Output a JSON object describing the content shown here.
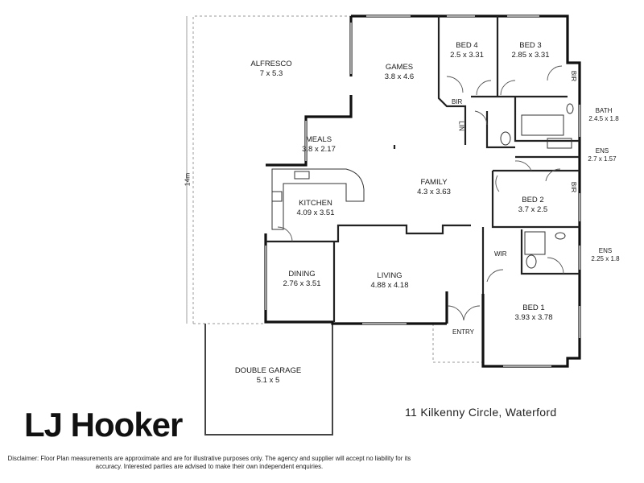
{
  "rooms": {
    "alfresco": {
      "name": "ALFRESCO",
      "size": "7 x 5.3"
    },
    "games": {
      "name": "GAMES",
      "size": "3.8 x 4.6"
    },
    "bed4": {
      "name": "BED 4",
      "size": "2.5 x 3.31"
    },
    "bed3": {
      "name": "BED 3",
      "size": "2.85 x 3.31"
    },
    "bath": {
      "name": "BATH",
      "size": "2.4.5 x 1.8"
    },
    "ens1": {
      "name": "ENS",
      "size": "2.7 x 1.57"
    },
    "meals": {
      "name": "MEALS",
      "size": "3.8 x 2.17"
    },
    "family": {
      "name": "FAMILY",
      "size": "4.3 x 3.63"
    },
    "kitchen": {
      "name": "KITCHEN",
      "size": "4.09 x 3.51"
    },
    "bed2": {
      "name": "BED 2",
      "size": "3.7 x 2.5"
    },
    "ens2": {
      "name": "ENS",
      "size": "2.25 x 1.8"
    },
    "dining": {
      "name": "DINING",
      "size": "2.76 x 3.51"
    },
    "living": {
      "name": "LIVING",
      "size": "4.88 x 4.18"
    },
    "bed1": {
      "name": "BED 1",
      "size": "3.93 x 3.78"
    },
    "garage": {
      "name": "DOUBLE GARAGE",
      "size": "5.1 x 5"
    }
  },
  "labels": {
    "bir_bed3": "BIR",
    "bir_bed4": "BIR",
    "bir_bed2": "BIR",
    "lin": "LIN",
    "wir": "WIR",
    "entry": "ENTRY",
    "dimension": "14m"
  },
  "brand": "LJ Hooker",
  "address": "11 Kilkenny Circle, Waterford",
  "disclaimer": "Disclaimer: Floor Plan measurements are approximate and are for illustrative purposes only. The agency and supplier will accept no liability for its accuracy. Interested parties are advised to make their own independent enquiries."
}
